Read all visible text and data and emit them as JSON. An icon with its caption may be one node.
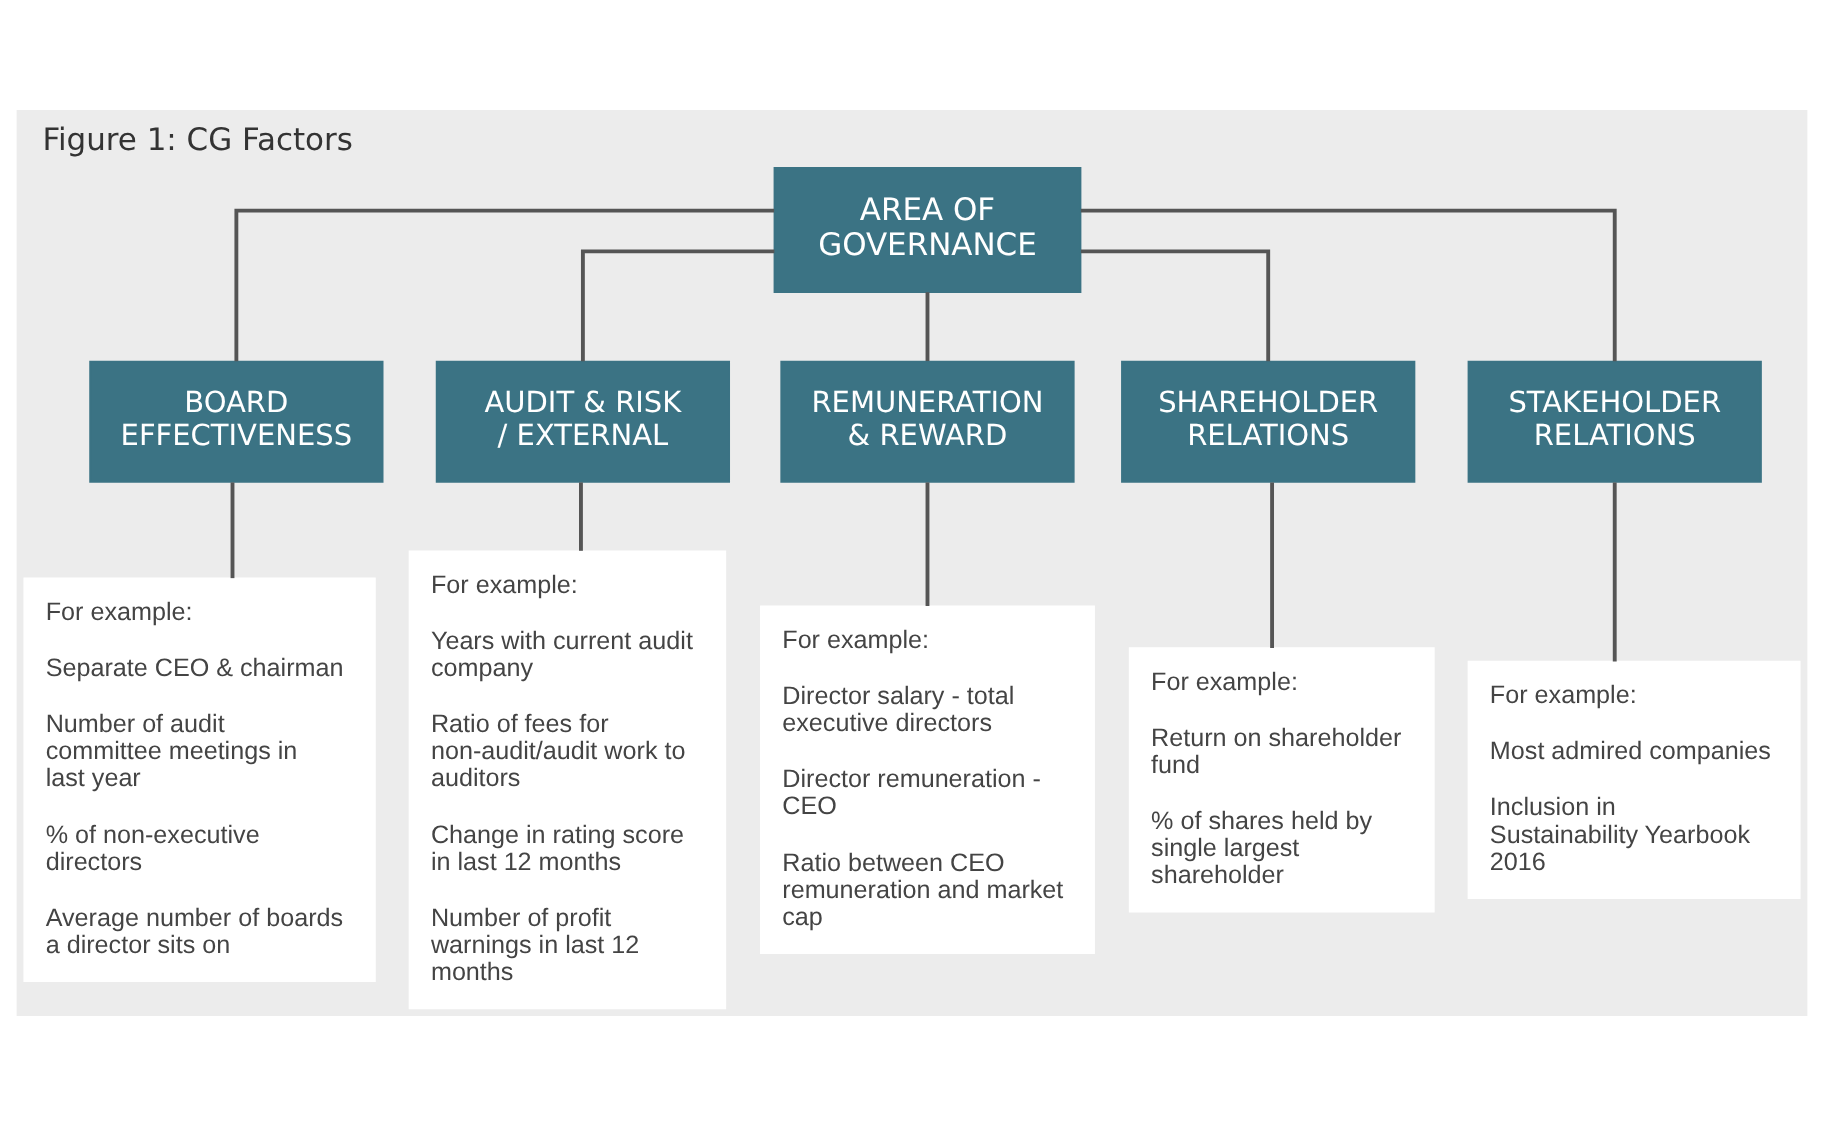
{
  "diagram": {
    "title": "Figure 1: CG Factors",
    "nodes": [
      {
        "text": [
          "AREA OF GOVERNANCE"
        ]
      },
      {
        "text": [
          "BOARD EFFECTIVENESS"
        ]
      },
      {
        "text": [
          "AUDIT & RISK / EXTERNAL"
        ]
      },
      {
        "text": [
          "REMUNERATION & REWARD"
        ]
      },
      {
        "text": [
          "SHAREHOLDER RELATIONS"
        ]
      },
      {
        "text": [
          "STAKEHOLDER RELATIONS"
        ]
      },
      {
        "text": [
          "For example:",
          "Separate CEO & chairman",
          "Number of audit committee meetings in last year",
          "% of non-executive directors",
          "Average number of boards a director sits on"
        ]
      },
      {
        "text": [
          "For example:",
          "Years with current audit company",
          "Ratio of fees for non-audit/audit work to auditors",
          "Change in rating score in last 12 months",
          "Number of profit warnings in last 12 months"
        ]
      },
      {
        "text": [
          "For example:",
          "Director salary - total executive directors",
          "Director remuneration - CEO",
          "Ratio between CEO remuneration and market cap"
        ]
      },
      {
        "text": [
          "For example:",
          "Return on shareholder fund",
          "% of shares held by single largest shareholder"
        ]
      },
      {
        "text": [
          "For example:",
          "Most admired companies",
          "Inclusion in Sustainability Yearbook 2016"
        ]
      }
    ],
    "edges": [
      {
        "from": 0,
        "to": 1,
        "arrow": "none"
      },
      {
        "from": 0,
        "to": 2,
        "arrow": "none"
      },
      {
        "from": 0,
        "to": 3,
        "arrow": "none"
      },
      {
        "from": 0,
        "to": 4,
        "arrow": "none"
      },
      {
        "from": 0,
        "to": 5,
        "arrow": "none"
      },
      {
        "from": 1,
        "to": 6,
        "arrow": "none"
      },
      {
        "from": 2,
        "to": 7,
        "arrow": "none"
      },
      {
        "from": 3,
        "to": 8,
        "arrow": "none"
      },
      {
        "from": 4,
        "to": 9,
        "arrow": "none"
      },
      {
        "from": 5,
        "to": 10,
        "arrow": "none"
      }
    ]
  }
}
